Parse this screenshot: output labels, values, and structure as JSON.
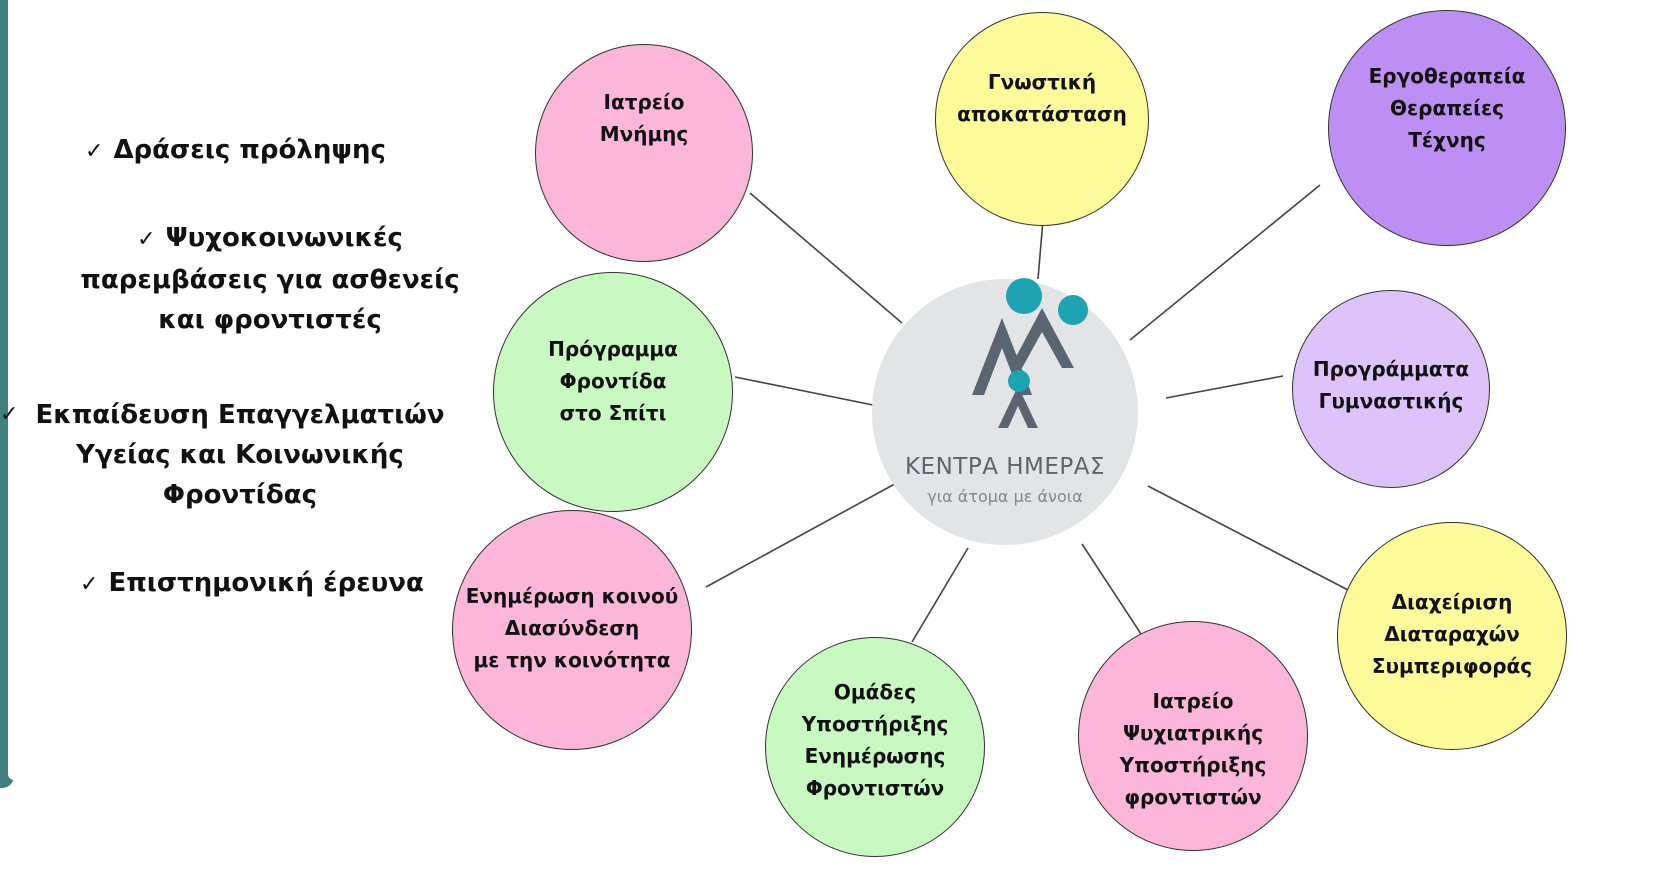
{
  "bullets": [
    {
      "lines": [
        "Δράσεις πρόληψης"
      ]
    },
    {
      "lines": [
        "Ψυχοκοινωνικές",
        "παρεμβάσεις για ασθενείς",
        "και φροντιστές"
      ]
    },
    {
      "lines": [
        "Εκπαίδευση Επαγγελματιών",
        "Υγείας και Κοινωνικής",
        "Φροντίδας"
      ]
    },
    {
      "lines": [
        "Επιστημονική έρευνα"
      ]
    }
  ],
  "check_mark": "✓",
  "center": {
    "title": "ΚΕΝΤΡΑ ΗΜΕΡΑΣ",
    "subtitle": "για άτομα με άνοια",
    "logo_colors": {
      "figure": "#596671",
      "head": "#1ea3b3"
    }
  },
  "nodes": [
    {
      "lines": [
        "Ιατρείο",
        "Μνήμης"
      ],
      "color": "#fbb6d9"
    },
    {
      "lines": [
        "Γνωστική",
        "αποκατάσταση"
      ],
      "color": "#fdfa9a"
    },
    {
      "lines": [
        "Εργοθεραπεία",
        "Θεραπείες",
        "Τέχνης"
      ],
      "color": "#be8ff2"
    },
    {
      "lines": [
        "Πρόγραμμα",
        "Φροντίδα",
        "στο Σπίτι"
      ],
      "color": "#c8f9c0"
    },
    {
      "lines": [
        "Προγράμματα",
        "Γυμναστικής"
      ],
      "color": "#ddc3f9"
    },
    {
      "lines": [
        "Ενημέρωση κοινού",
        "Διασύνδεση",
        "με την κοινότητα"
      ],
      "color": "#fbb6d9"
    },
    {
      "lines": [
        "Ομάδες",
        "Υποστήριξης",
        "Ενημέρωσης",
        "Φροντιστών"
      ],
      "color": "#c8f9c0"
    },
    {
      "lines": [
        "Ιατρείο",
        "Ψυχιατρικής",
        "Υποστήριξης",
        "φροντιστών"
      ],
      "color": "#fbb6d9"
    },
    {
      "lines": [
        "Διαχείριση",
        "Διαταραχών",
        "Συμπεριφοράς"
      ],
      "color": "#fdfa9a"
    }
  ]
}
